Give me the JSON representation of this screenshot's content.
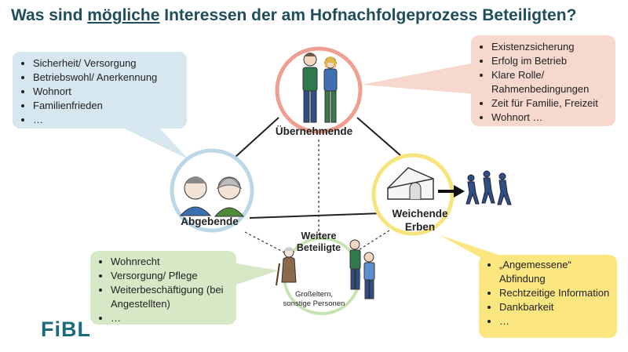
{
  "title": {
    "prefix": "Was sind ",
    "underlined": "mögliche",
    "suffix": " Interessen der am Hofnachfolgeprozess Beteiligten?"
  },
  "bubbles": {
    "abgebende": {
      "items": [
        "Sicherheit/ Versorgung",
        "Betriebswohl/ Anerkennung",
        "Wohnort",
        "Familienfrieden",
        "…"
      ]
    },
    "uebernehmende": {
      "items": [
        "Existenzsicherung",
        "Erfolg im Betrieb",
        "Klare Rolle/ Rahmenbedingungen",
        "Zeit für Familie, Freizeit",
        "Wohnort …"
      ]
    },
    "weitere": {
      "items": [
        "Wohnrecht",
        "Versorgung/ Pflege",
        "Weiterbeschäftigung (bei Angestellten)",
        "…"
      ]
    },
    "weichende": {
      "items": [
        "„Angemessene“ Abfindung",
        "Rechtzeitige Information",
        "Dankbarkeit",
        "…"
      ]
    }
  },
  "nodes": {
    "uebernehmende": "Übernehmende",
    "abgebende": "Abgebende",
    "weichende_line1": "Weichende",
    "weichende_line2": "Erben",
    "weitere_line1": "Weitere",
    "weitere_line2": "Beteiligte",
    "weitere_sub_line1": "Großeltern,",
    "weitere_sub_line2": "sonstige Personen"
  },
  "colors": {
    "title": "#1f4e5a",
    "blue": "#d6e7ef",
    "red": "#f7d8cf",
    "green": "#d6e8c6",
    "yellow": "#fbe680",
    "logo": "#1c6b7c"
  },
  "logo": "FiBL"
}
